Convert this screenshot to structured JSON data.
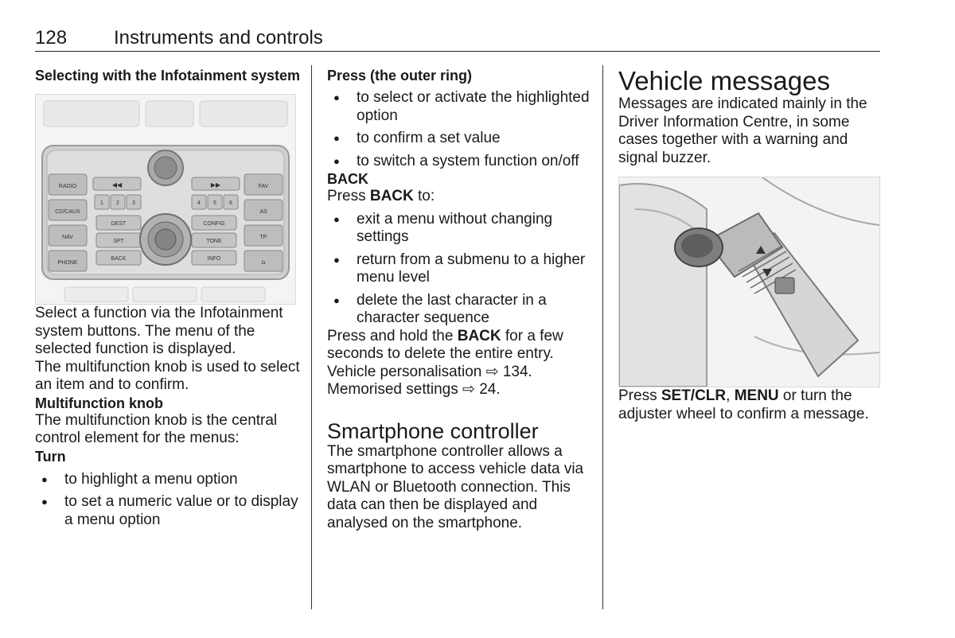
{
  "header": {
    "page_number": "128",
    "section_title": "Instruments and controls"
  },
  "col1": {
    "heading": "Selecting with the Infotainment system",
    "figure": {
      "buttons_left": [
        "RADIO",
        "CD/CAUX",
        "NAV",
        "PHONE"
      ],
      "buttons_right": [
        "FAV",
        "AS",
        "TP",
        "⌂"
      ],
      "center_labels": [
        "DEST",
        "CONFIG",
        "SPT",
        "TONE",
        "BACK",
        "INFO"
      ],
      "presets": [
        "1",
        "2",
        "3",
        "4",
        "5",
        "6"
      ]
    },
    "p1": "Select a function via the Infotainment system buttons. The menu of the selected function is displayed.",
    "p2": "The multifunction knob is used to select an item and to confirm.",
    "sub_knob": "Multifunction knob",
    "p3": "The multifunction knob is the central control element for the menus:",
    "sub_turn": "Turn",
    "turn_items": [
      "to highlight a menu option",
      "to set a numeric value or to display a menu option"
    ]
  },
  "col2": {
    "sub_press": "Press (the outer ring)",
    "press_items": [
      "to select or activate the highlighted option",
      "to confirm a set value",
      "to switch a system function on/off"
    ],
    "sub_back": "BACK",
    "press_back_pre": "Press ",
    "press_back_key": "BACK",
    "press_back_post": " to:",
    "back_items": [
      "exit a menu without changing settings",
      "return from a submenu to a higher menu level",
      "delete the last character in a character sequence"
    ],
    "hold_pre": "Press and hold the ",
    "hold_key": "BACK",
    "hold_post": " for a few seconds to delete the entire entry.",
    "ref1": "Vehicle personalisation ⇨ 134.",
    "ref2": "Memorised settings ⇨ 24.",
    "h_smartphone": "Smartphone controller",
    "p_smartphone": "The smartphone controller allows a smartphone to access vehicle data via WLAN or Bluetooth connection. This data can then be displayed and analysed on the smartphone."
  },
  "col3": {
    "h_vehicle": "Vehicle messages",
    "p_messages": "Messages are indicated mainly in the Driver Information Centre, in some cases together with a warning and signal buzzer.",
    "confirm_pre": "Press ",
    "confirm_key1": "SET/CLR",
    "confirm_mid": ", ",
    "confirm_key2": "MENU",
    "confirm_post": " or turn the adjuster wheel to confirm a message."
  }
}
